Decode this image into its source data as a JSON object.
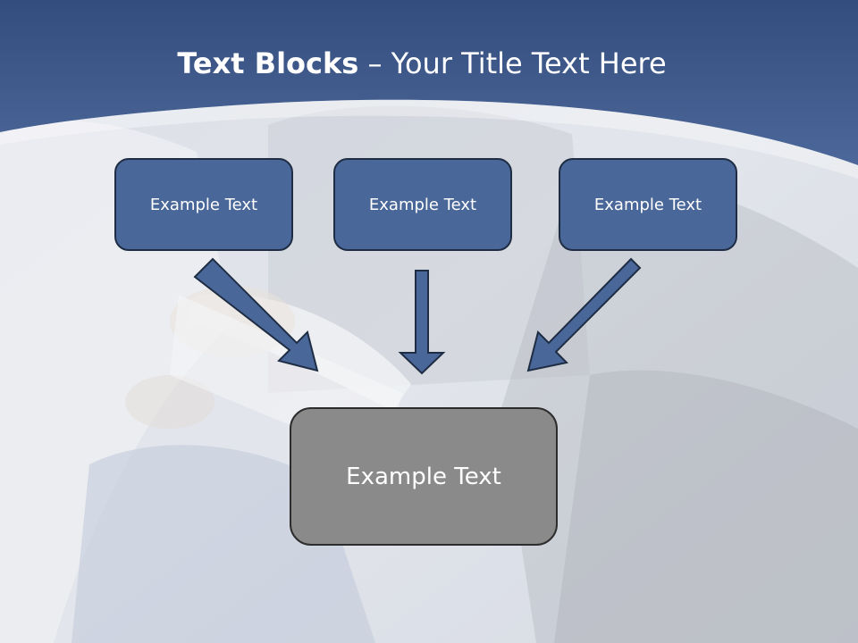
{
  "slide": {
    "title_bold": "Text Blocks",
    "title_rest": " – Your Title Text Here",
    "top_boxes": [
      "Example Text",
      "Example Text",
      "Example Text"
    ],
    "bottom_box": "Example Text"
  },
  "colors": {
    "header_blue": "#3f5a8f",
    "box_blue": "#4a6799",
    "box_gray": "#8a8a8a",
    "arrow_blue": "#4a6799"
  }
}
